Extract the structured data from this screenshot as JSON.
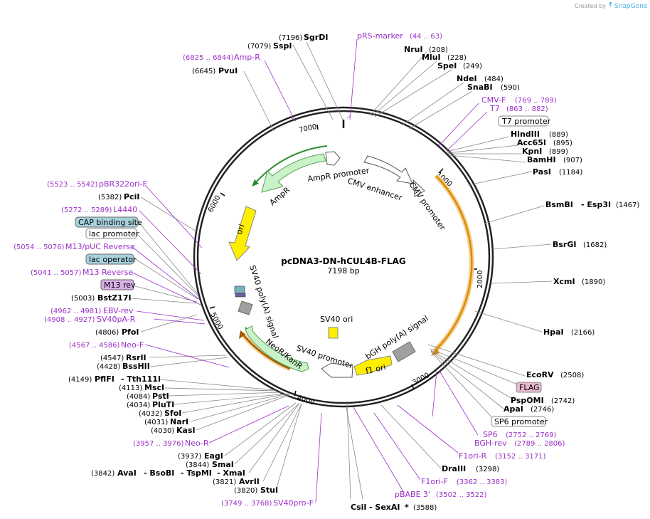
{
  "credit": "Created by",
  "brand": "SnapGene",
  "plasmid": {
    "name": "pcDNA3-DN-hCUL4B-FLAG",
    "size": "7198 bp"
  },
  "colors": {
    "primer": "#9b2fc8",
    "backbone": "#222222"
  },
  "ticks": [
    "1000",
    "2000",
    "3000",
    "4000",
    "5000",
    "6000",
    "7000"
  ],
  "inner_labels": {
    "ampr_promoter": "AmpR promoter",
    "cmv_enhancer": "CMV enhancer",
    "cmv_promoter": "CMV promoter",
    "ampr": "AmpR",
    "ori": "ori",
    "sv40_polya": "SV40 poly(A) signal",
    "sv40_ori": "SV40 ori",
    "neor": "NeoR/KanR",
    "sv40_promoter": "SV40 promoter",
    "f1_ori": "f1 ori",
    "bgh_polya": "bGH poly(A) signal"
  },
  "labels": {
    "sgrdi": "SgrDI",
    "sgrdi_c": "(7196)",
    "sspi": "SspI",
    "sspi_c": "(7079)",
    "prs": "pRS-marker",
    "prs_c": "(44 .. 63)",
    "ampr_p": "Amp-R",
    "ampr_p_c": "(6825 .. 6844)",
    "pvui": "PvuI",
    "pvui_c": "(6645)",
    "nrui": "NruI",
    "nrui_c": "(208)",
    "mlui": "MluI",
    "mlui_c": "(228)",
    "spei": "SpeI",
    "spei_c": "(249)",
    "ndei": "NdeI",
    "ndei_c": "(484)",
    "snabi": "SnaBI",
    "snabi_c": "(590)",
    "cmvf": "CMV-F",
    "cmvf_c": "(769 .. 789)",
    "t7": "T7",
    "t7_c": "(863 .. 882)",
    "t7prom": "T7 promoter",
    "hindiii": "HindIII",
    "hindiii_c": "(889)",
    "acc65i": "Acc65I",
    "acc65i_c": "(895)",
    "kpni": "KpnI",
    "kpni_c": "(899)",
    "bamhi": "BamHI",
    "bamhi_c": "(907)",
    "pasi": "PasI",
    "pasi_c": "(1184)",
    "bsmbi": "BsmBI",
    "esp3i": "- Esp3I",
    "bsmbi_c": "(1467)",
    "bsrgi": "BsrGI",
    "bsrgi_c": "(1682)",
    "xcmi": "XcmI",
    "xcmi_c": "(1890)",
    "hpai": "HpaI",
    "hpai_c": "(2166)",
    "ecorv": "EcoRV",
    "ecorv_c": "(2508)",
    "flag": "FLAG",
    "pspomi": "PspOMI",
    "pspomi_c": "(2742)",
    "apai": "ApaI",
    "apai_c": "(2746)",
    "sp6prom": "SP6 promoter",
    "sp6": "SP6",
    "sp6_c": "(2752 .. 2769)",
    "bghrev": "BGH-rev",
    "bghrev_c": "(2789 .. 2806)",
    "f1orir": "F1ori-R",
    "f1orir_c": "(3152 .. 3171)",
    "draiii": "DraIII",
    "draiii_c": "(3298)",
    "f1orif": "F1ori-F",
    "f1orif_c": "(3362 .. 3383)",
    "pbabe": "pBABE 3'",
    "pbabe_c": "(3502 .. 3522)",
    "csii": "CsiI",
    "sexai": "- SexAI",
    "star": "*",
    "csii_c": "(3588)",
    "pbr": "pBR322ori-F",
    "pbr_c": "(5523 .. 5542)",
    "pcii": "PciI",
    "pcii_c": "(5382)",
    "l4440": "L4440",
    "l4440_c": "(5272 .. 5289)",
    "cap": "CAP binding site",
    "lacprom": "lac promoter",
    "m13puc": "M13/pUC Reverse",
    "m13puc_c": "(5054 .. 5076)",
    "lacop": "lac operator",
    "m13r": "M13 Reverse",
    "m13r_c": "(5041 .. 5057)",
    "m13rev": "M13 rev",
    "bstz": "BstZ17I",
    "bstz_c": "(5003)",
    "ebv": "EBV-rev",
    "ebv_c": "(4962 .. 4981)",
    "sv40pa": "SV40pA-R",
    "sv40pa_c": "(4908 .. 4927)",
    "pfoi": "PfoI",
    "pfoi_c": "(4806)",
    "neof": "Neo-F",
    "neof_c": "(4567 .. 4586)",
    "rsrii": "RsrII",
    "rsrii_c": "(4547)",
    "bsshii": "BssHII",
    "bsshii_c": "(4428)",
    "pflfi": "PflFI",
    "tth": "- Tth111I",
    "pflfi_c": "(4149)",
    "msci": "MscI",
    "msci_c": "(4113)",
    "psti": "PstI",
    "psti_c": "(4084)",
    "pluti": "PluTI",
    "pluti_c": "(4034)",
    "sfoi": "SfoI",
    "sfoi_c": "(4032)",
    "nari": "NarI",
    "nari_c": "(4031)",
    "kasi": "KasI",
    "kasi_c": "(4030)",
    "neor_p": "Neo-R",
    "neor_p_c": "(3957 .. 3976)",
    "eagi": "EagI",
    "eagi_c": "(3937)",
    "smai": "SmaI",
    "smai_c": "(3844)",
    "avai": "AvaI",
    "bsobi": "- BsoBI",
    "tspmi": "- TspMI",
    "xmai": "- XmaI",
    "avai_c": "(3842)",
    "avrii": "AvrII",
    "avrii_c": "(3821)",
    "stui": "StuI",
    "stui_c": "(3820)",
    "sv40pro": "SV40pro-F",
    "sv40pro_c": "(3749 .. 3768)"
  }
}
